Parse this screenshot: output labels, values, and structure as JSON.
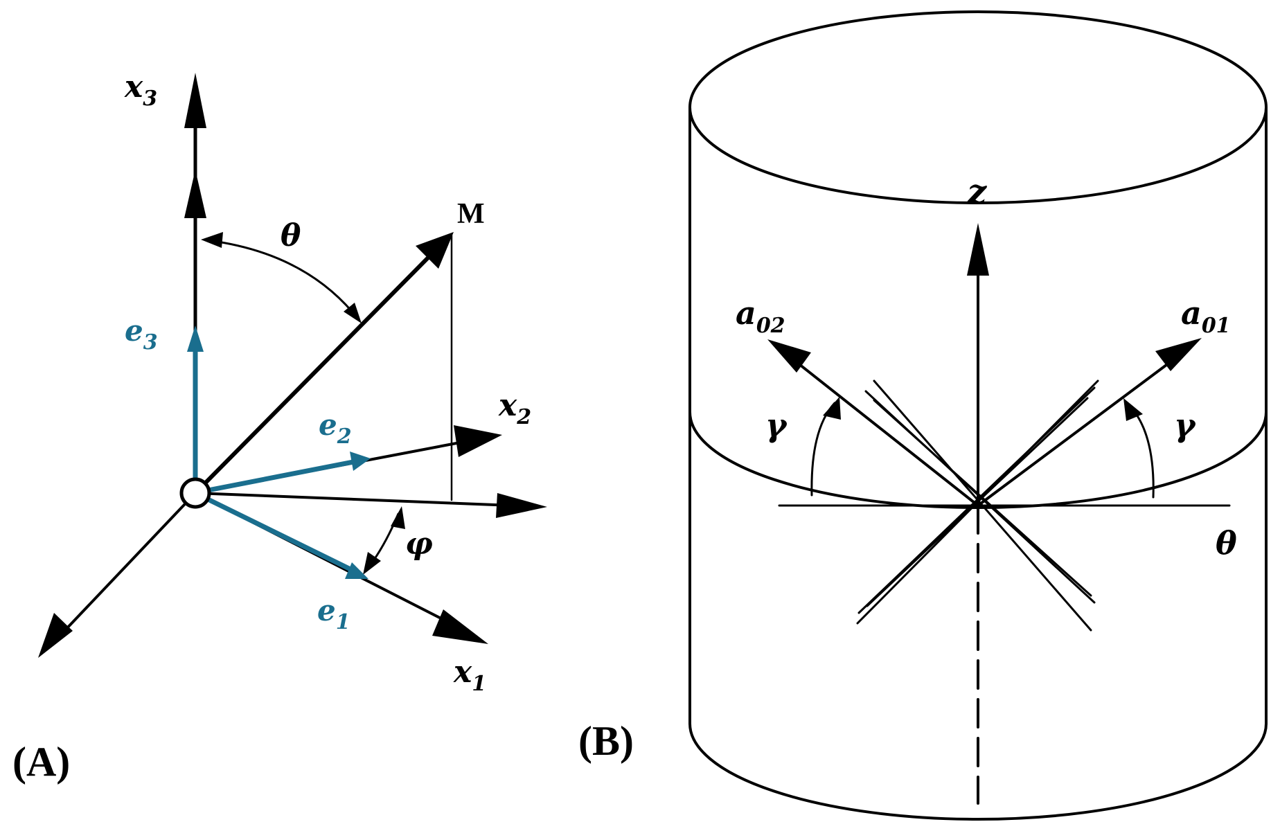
{
  "panel_a": {
    "label": "(A)",
    "axis_x3": "x",
    "axis_x3_sub": "3",
    "axis_x2": "x",
    "axis_x2_sub": "2",
    "axis_x1": "x",
    "axis_x1_sub": "1",
    "point_label": "M",
    "angle_theta": "θ",
    "angle_phi": "φ",
    "vector_e1": "e",
    "vector_e1_sub": "1",
    "vector_e2": "e",
    "vector_e2_sub": "2",
    "vector_e3": "e",
    "vector_e3_sub": "3"
  },
  "panel_b": {
    "label": "(B)",
    "axis_z": "z",
    "axis_theta": "θ",
    "vector_a01": "a",
    "vector_a01_sub": "01",
    "vector_a02": "a",
    "vector_a02_sub": "02",
    "angle_gamma_left": "γ",
    "angle_gamma_right": "γ"
  },
  "colors": {
    "basis_vector": "#1a6e8e",
    "line": "#000000"
  }
}
